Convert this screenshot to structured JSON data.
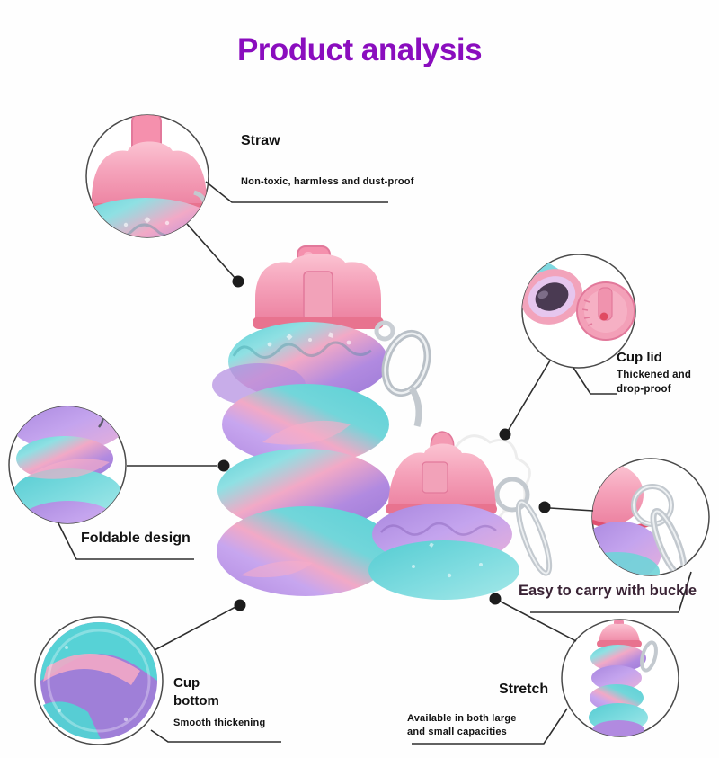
{
  "title": {
    "text": "Product analysis"
  },
  "callouts": {
    "straw": {
      "label": "Straw",
      "description": "Non-toxic, harmless and dust-proof"
    },
    "cup_lid": {
      "label": "Cup lid",
      "description": "Thickened and drop-proof"
    },
    "foldable": {
      "label": "Foldable design"
    },
    "carry_buckle": {
      "label": "Easy to carry with buckle"
    },
    "cup_bottom": {
      "label": "Cup bottom",
      "description": "Smooth thickening"
    },
    "stretch": {
      "label": "Stretch",
      "description": "Available in both large and small capacities"
    }
  },
  "colors": {
    "title": "#8a0dbe",
    "buckle_heading": "#3a2335",
    "leader_line": "#2e2e2e",
    "bottle_teal": "#5ad0d6",
    "bottle_purple": "#b18ae0",
    "bottle_pink": "#f2a9c6",
    "lid_pink": "#f5a2ba",
    "collar_pink": "#e8738f",
    "carabiner_silver": "#b9c0c7"
  }
}
